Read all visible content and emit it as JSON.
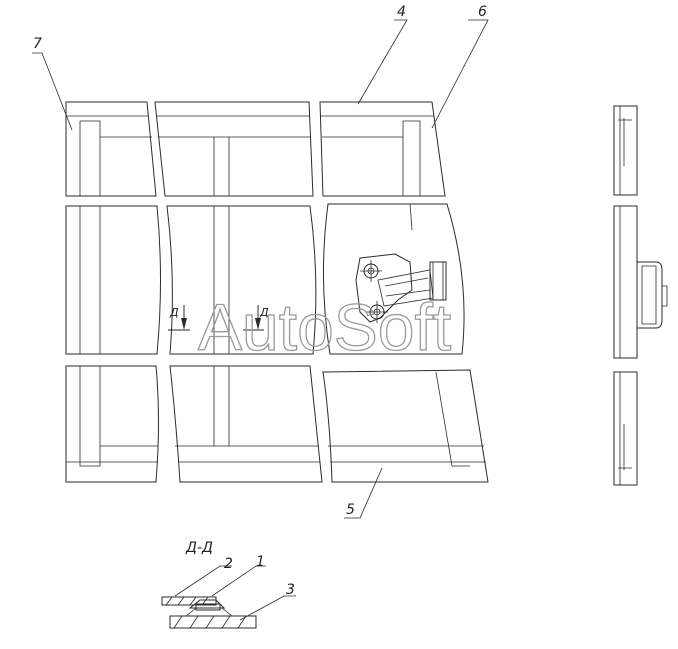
{
  "watermark": "AutoSoft",
  "callouts": {
    "c1": "1",
    "c2": "2",
    "c3": "3",
    "c4": "4",
    "c5": "5",
    "c6": "6",
    "c7": "7"
  },
  "section": {
    "marker": "Д",
    "title": "Д-Д"
  }
}
